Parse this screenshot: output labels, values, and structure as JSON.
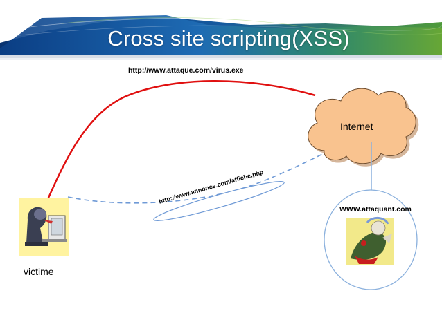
{
  "slide": {
    "title": "Cross site scripting(XSS)"
  },
  "diagram": {
    "url_virus": "http://www.attaque.com/virus.exe",
    "internet_label": "Internet",
    "attacker_label": "WWW.attaquant.com",
    "url_annonce": "http://www.annonce.com/affiche.php",
    "victim_label": "victime"
  },
  "colors": {
    "red_arrow": "#e01010",
    "dashed_arrow": "#6f9ad6",
    "cloud_fill": "#f9c38f",
    "circle_stroke": "#8ab0dd",
    "banner_blue": "#1d5fa8",
    "banner_green": "#5ea033"
  },
  "icons": [
    "computer-user-icon",
    "attacker-clipart-icon",
    "cloud-shape"
  ]
}
